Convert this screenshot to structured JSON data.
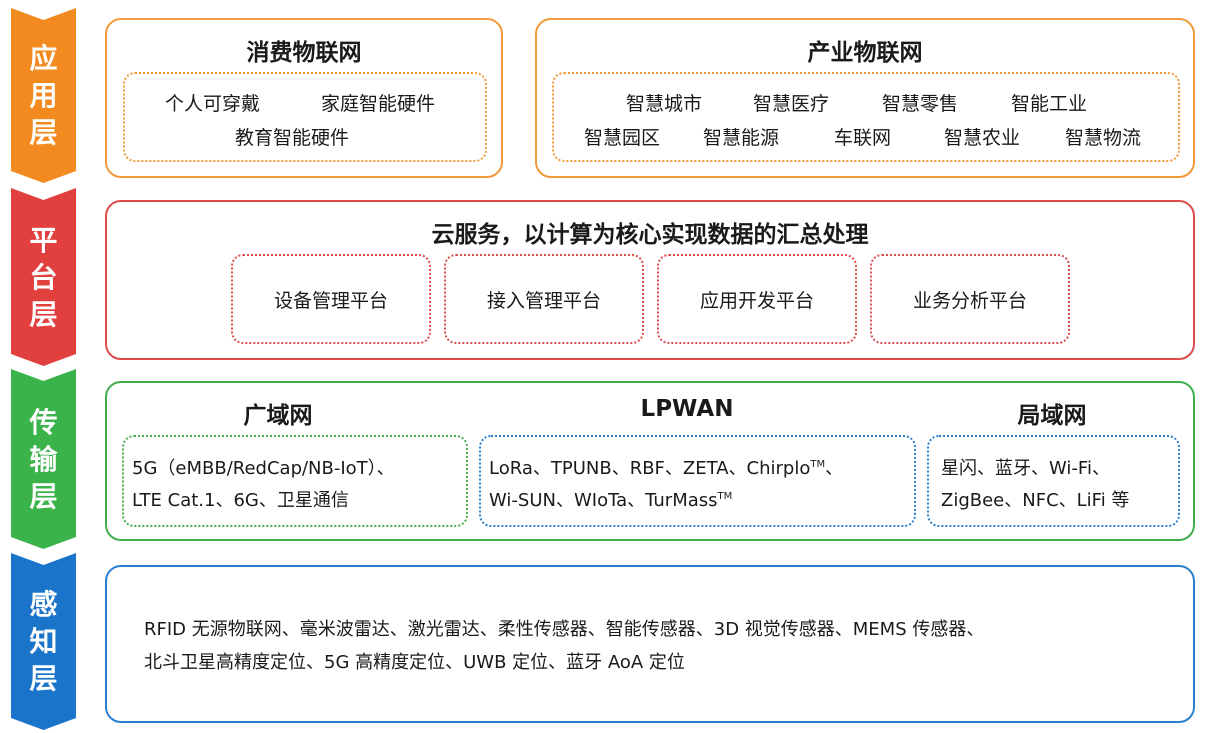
{
  "layers": {
    "application": "应用层",
    "platform": "平台层",
    "transport": "传输层",
    "perception": "感知层"
  },
  "application": {
    "consumer": {
      "title": "消费物联网",
      "items": [
        "个人可穿戴",
        "家庭智能硬件",
        "教育智能硬件"
      ]
    },
    "industry": {
      "title": "产业物联网",
      "items": [
        "智慧城市",
        "智慧医疗",
        "智慧零售",
        "智能工业",
        "智慧园区",
        "智慧能源",
        "车联网",
        "智慧农业",
        "智慧物流"
      ]
    }
  },
  "platform": {
    "title": "云服务，以计算为核心实现数据的汇总处理",
    "items": [
      "设备管理平台",
      "接入管理平台",
      "应用开发平台",
      "业务分析平台"
    ]
  },
  "transport": {
    "wan": {
      "title": "广域网",
      "line1": "5G（eMBB/RedCap/NB-IoT）、",
      "line2": "LTE Cat.1、6G、卫星通信"
    },
    "lpwan": {
      "title": "LPWAN",
      "line1a": "LoRa、TPUNB、RBF、ZETA、Chirplo",
      "line1b": "、",
      "line2": "Wi-SUN、WIoTa、TurMass",
      "tm": "TM"
    },
    "lan": {
      "title": "局域网",
      "line1": "星闪、蓝牙、Wi-Fi、",
      "line2": "ZigBee、NFC、LiFi 等"
    }
  },
  "perception": {
    "line1": "RFID 无源物联网、毫米波雷达、激光雷达、柔性传感器、智能传感器、3D 视觉传感器、MEMS 传感器、",
    "line2": "北斗卫星高精度定位、5G 高精度定位、UWB 定位、蓝牙 AoA 定位"
  },
  "colors": {
    "application": "#f28a1f",
    "platform": "#e2403f",
    "transport": "#3ab34a",
    "perception": "#1a74c9"
  }
}
